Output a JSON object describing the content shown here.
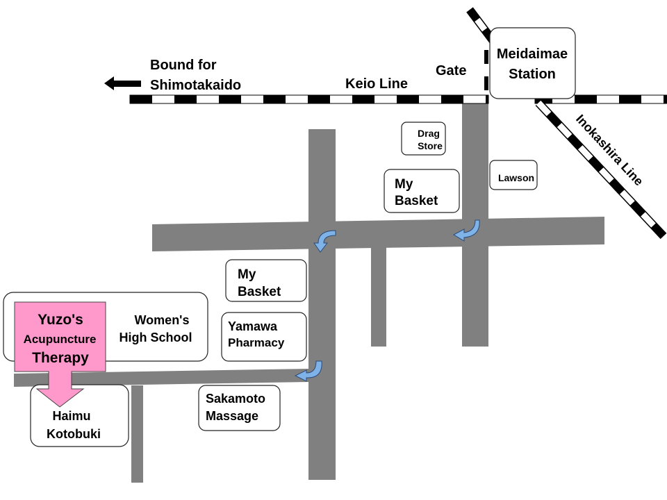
{
  "labels": {
    "bound_for_line1": "Bound for",
    "bound_for_line2": "Shimotakaido",
    "keio_line": "Keio Line",
    "gate": "Gate",
    "station_line1": "Meidaimae",
    "station_line2": "Station",
    "inokashira_line": "Inokashira Line",
    "drag_store_line1": "Drag",
    "drag_store_line2": "Store",
    "lawson": "Lawson",
    "my_basket_1_line1": "My",
    "my_basket_1_line2": "Basket",
    "my_basket_2_line1": "My",
    "my_basket_2_line2": "Basket",
    "yamawa_line1": "Yamawa",
    "yamawa_line2": "Pharmacy",
    "womens_line1": "Women's",
    "womens_line2": "High School",
    "yuzo_line1": "Yuzo's",
    "yuzo_line2": "Acupuncture",
    "yuzo_line3": "Therapy",
    "sakamoto_line1": "Sakamoto",
    "sakamoto_line2": "Massage",
    "haimu_line1": "Haimu",
    "haimu_line2": "Kotobuki"
  },
  "colors": {
    "road": "#808080",
    "destination": "#ff99cc",
    "turn_arrow": "#7fb2e6",
    "rail": "#000000"
  },
  "icons": [
    "left-arrow-icon",
    "turn-arrow-icon",
    "down-arrow-icon"
  ]
}
